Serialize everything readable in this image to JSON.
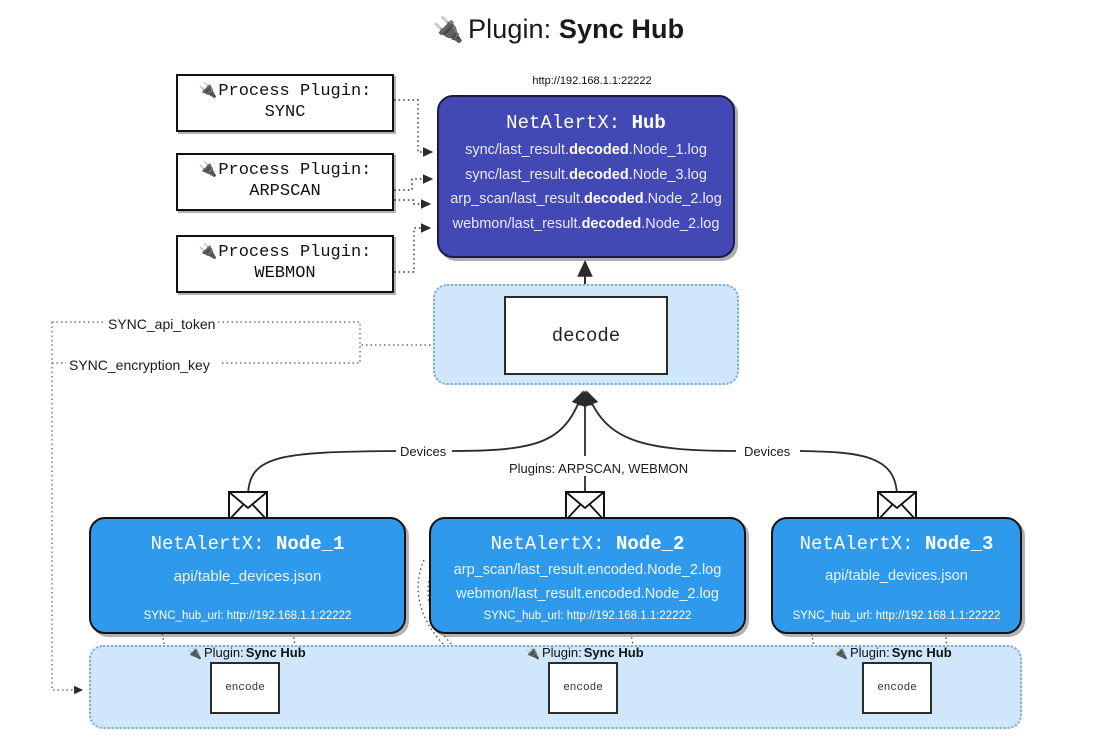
{
  "title": {
    "icon": "plug-icon",
    "prefix": "Plugin:",
    "name": "Sync Hub"
  },
  "hub": {
    "url_caption": "http://192.168.1.1:22222",
    "label_prefix": "NetAlertX:",
    "label_name": "Hub",
    "color": "#4248b4",
    "logs": [
      {
        "pre": "sync/last_result.",
        "em": "decoded",
        "post": ".Node_1.log"
      },
      {
        "pre": "sync/last_result.",
        "em": "decoded",
        "post": ".Node_3.log"
      },
      {
        "pre": "arp_scan/last_result.",
        "em": "decoded",
        "post": ".Node_2.log"
      },
      {
        "pre": "webmon/last_result.",
        "em": "decoded",
        "post": ".Node_2.log"
      }
    ]
  },
  "process_plugins": [
    {
      "icon": "plug-icon",
      "line1": "Process Plugin:",
      "line2": "SYNC"
    },
    {
      "icon": "plug-icon",
      "line1": "Process Plugin:",
      "line2": "ARPSCAN"
    },
    {
      "icon": "plug-icon",
      "line1": "Process Plugin:",
      "line2": "WEBMON"
    }
  ],
  "decode": {
    "label": "decode",
    "band_color": "#d0e6fa"
  },
  "tokens": [
    {
      "label": "SYNC_api_token"
    },
    {
      "label": "SYNC_encryption_key"
    }
  ],
  "edge_labels": {
    "devices_left": "Devices",
    "devices_right": "Devices",
    "plugins_center": "Plugins: ARPSCAN, WEBMON"
  },
  "nodes": [
    {
      "label_prefix": "NetAlertX:",
      "label_name": "Node_1",
      "color": "#2f9aeb",
      "lines": [
        "api/table_devices.json"
      ],
      "footer": "SYNC_hub_url: http://192.168.1.1:22222"
    },
    {
      "label_prefix": "NetAlertX:",
      "label_name": "Node_2",
      "color": "#2f9aeb",
      "lines": [
        "arp_scan/last_result.encoded.Node_2.log",
        "webmon/last_result.encoded.Node_2.log"
      ],
      "footer": "SYNC_hub_url: http://192.168.1.1:22222"
    },
    {
      "label_prefix": "NetAlertX:",
      "label_name": "Node_3",
      "color": "#2f9aeb",
      "lines": [
        "api/table_devices.json"
      ],
      "footer": "SYNC_hub_url: http://192.168.1.1:22222"
    }
  ],
  "encoders": [
    {
      "icon": "plug-icon",
      "cap_prefix": "Plugin:",
      "cap_name": "Sync Hub",
      "box_label": "encode"
    },
    {
      "icon": "plug-icon",
      "cap_prefix": "Plugin:",
      "cap_name": "Sync Hub",
      "box_label": "encode"
    },
    {
      "icon": "plug-icon",
      "cap_prefix": "Plugin:",
      "cap_name": "Sync Hub",
      "box_label": "encode"
    }
  ]
}
